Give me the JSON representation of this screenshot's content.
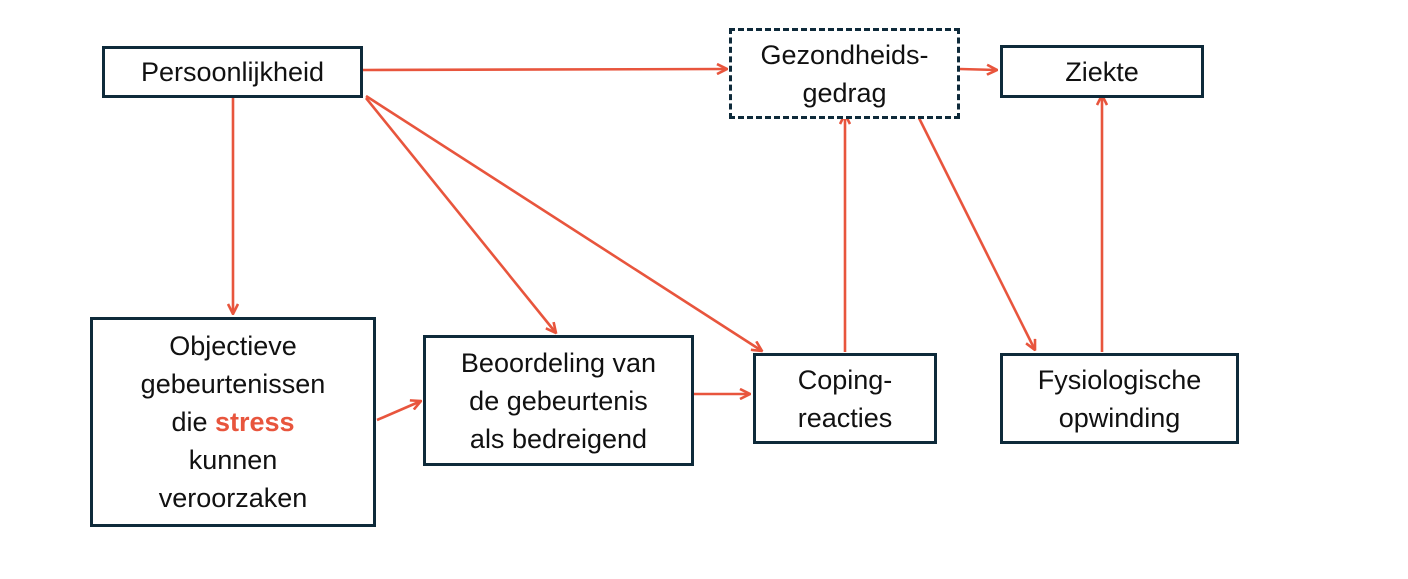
{
  "colors": {
    "arrow": "#e8553d",
    "box_border": "#0e2a3a",
    "accent_text": "#e8553d"
  },
  "nodes": {
    "persoonlijkheid": {
      "lines": [
        "Persoonlijkheid"
      ]
    },
    "gezondheidsgedrag": {
      "lines": [
        "Gezondheids-",
        "gedrag"
      ]
    },
    "ziekte": {
      "lines": [
        "Ziekte"
      ]
    },
    "objectieve": {
      "line1": "Objectieve",
      "line2": "gebeurtenissen",
      "line3_prefix": "die ",
      "line3_accent": "stress",
      "line4": "kunnen",
      "line5": "veroorzaken"
    },
    "beoordeling": {
      "lines": [
        "Beoordeling van",
        "de gebeurtenis",
        "als bedreigend"
      ]
    },
    "coping": {
      "lines": [
        "Coping-",
        "reacties"
      ]
    },
    "fysiologische": {
      "lines": [
        "Fysiologische",
        "opwinding"
      ]
    }
  }
}
